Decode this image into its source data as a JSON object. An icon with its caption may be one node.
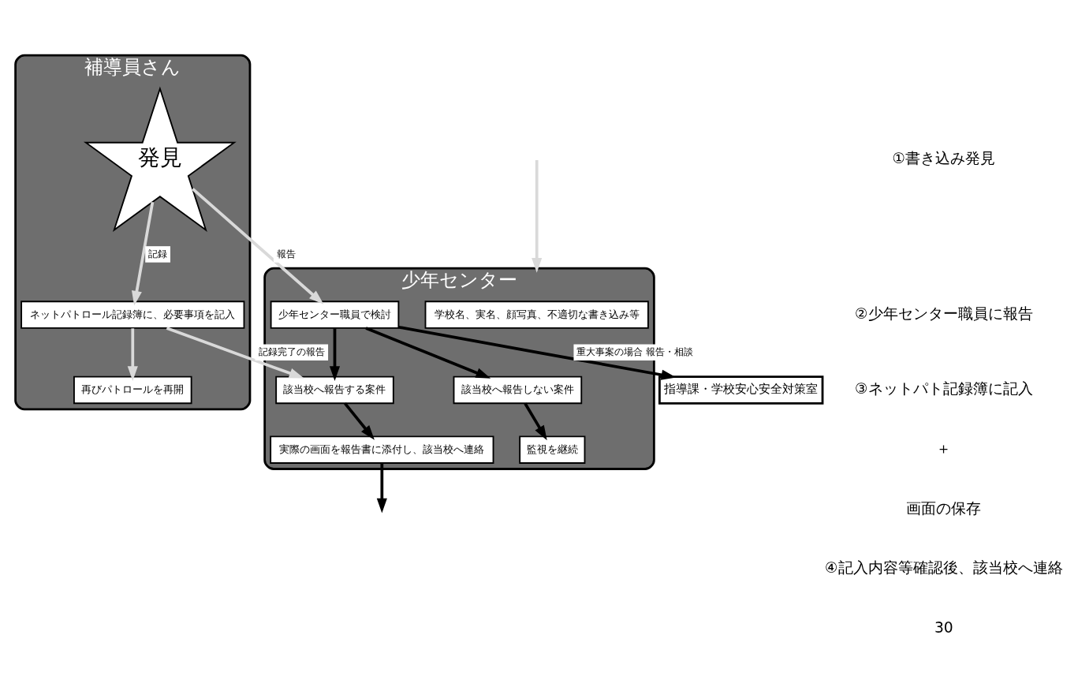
{
  "diagram": {
    "nodes": [
      {
        "text": [
          "少年センター"
        ]
      },
      {
        "text": [
          "補導員さん"
        ]
      },
      {
        "text": [
          "学校名、実名、顔写真、不適切な書き込み等"
        ],
        "in": 0
      },
      {
        "text": [
          "発見"
        ],
        "in": 1
      },
      {
        "text": [
          "少年センター職員で検討"
        ],
        "in": 0
      },
      {
        "text": [
          "該当校へ報告しない案件"
        ],
        "in": 0
      },
      {
        "text": [
          "該当校へ報告する案件"
        ],
        "in": 0
      },
      {
        "text": [
          "監視を継続"
        ],
        "in": 0
      },
      {
        "text": [
          "実際の画面を報告書に添付し、該当校へ連絡"
        ],
        "in": 0
      },
      {
        "text": [
          "ネットパトロール記録簿に、必要事項を記入"
        ],
        "in": 1
      },
      {
        "text": [
          "再びパトロールを再開"
        ],
        "in": 1
      },
      {
        "text": [
          "指導課・学校安心安全対策室"
        ]
      }
    ],
    "edges": [
      {
        "from": 3,
        "to": 4,
        "arrow": "to",
        "label": "報告",
        "color": "#d9d9d9"
      },
      {
        "from": 3,
        "to": 9,
        "arrow": "to",
        "label": "記録",
        "color": "#d9d9d9"
      },
      {
        "from": 4,
        "to": 11,
        "arrow": "to",
        "label": "重大事案の場合 報告・相談"
      },
      {
        "from": 4,
        "to": 5,
        "arrow": "to"
      },
      {
        "from": 4,
        "to": 6,
        "arrow": "to"
      },
      {
        "from": 5,
        "to": 7,
        "arrow": "to"
      },
      {
        "from": 6,
        "to": 8,
        "arrow": "to"
      },
      {
        "from": 9,
        "to": 6,
        "arrow": "to",
        "label": "記録完了の報告",
        "color": "#d9d9d9"
      },
      {
        "from": 9,
        "to": 10,
        "arrow": "to",
        "color": "#d9d9d9"
      },
      {
        "from": null,
        "to": 0,
        "arrow": "to",
        "color": "#d9d9d9"
      },
      {
        "from": 8,
        "to": null,
        "arrow": "to"
      }
    ],
    "labels": [
      "①書き込み発見",
      "②少年センター職員に報告",
      "③ネットパト記録簿に記入",
      "＋",
      "画面の保存",
      "④記入内容等確認後、該当校へ連絡",
      "30"
    ]
  }
}
